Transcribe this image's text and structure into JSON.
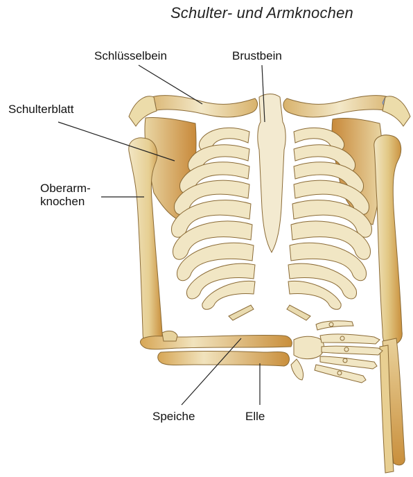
{
  "title": "Schulter- und Armknochen",
  "labels": {
    "clavicle": "Schlüsselbein",
    "sternum": "Brustbein",
    "scapula": "Schulterblatt",
    "humerus_line1": "Oberarm-",
    "humerus_line2": "knochen",
    "radius": "Speiche",
    "ulna": "Elle"
  },
  "colors": {
    "bone_light": "#f1e6c4",
    "bone_mid": "#e4d19c",
    "bone_dark": "#c98f3c",
    "bone_outline": "#8a6a35",
    "cartilage": "#9fb2d6",
    "leader": "#222222"
  }
}
